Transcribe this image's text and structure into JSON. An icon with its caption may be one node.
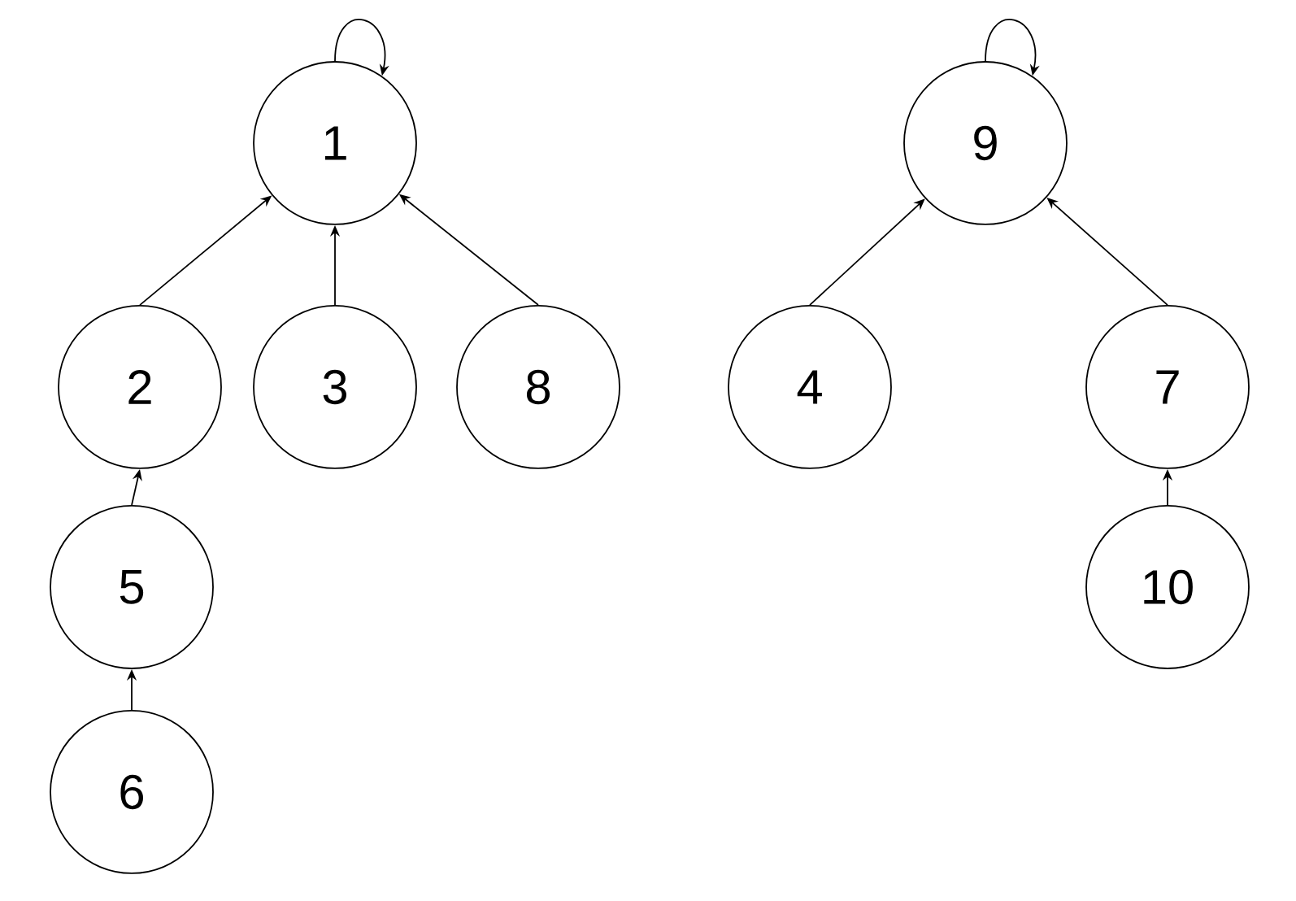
{
  "diagram": {
    "nodes": [
      {
        "text": [
          "1"
        ]
      },
      {
        "text": [
          "9"
        ]
      },
      {
        "text": [
          "2"
        ]
      },
      {
        "text": [
          "3"
        ]
      },
      {
        "text": [
          "8"
        ]
      },
      {
        "text": [
          "4"
        ]
      },
      {
        "text": [
          "7"
        ]
      },
      {
        "text": [
          "5"
        ]
      },
      {
        "text": [
          "10"
        ]
      },
      {
        "text": [
          "6"
        ]
      }
    ],
    "edges": [
      {
        "from": 0,
        "to": 0,
        "arrow": "to"
      },
      {
        "from": 2,
        "to": 0,
        "arrow": "to"
      },
      {
        "from": 3,
        "to": 0,
        "arrow": "to"
      },
      {
        "from": 4,
        "to": 0,
        "arrow": "to"
      },
      {
        "from": 1,
        "to": 1,
        "arrow": "to"
      },
      {
        "from": 5,
        "to": 1,
        "arrow": "to"
      },
      {
        "from": 6,
        "to": 1,
        "arrow": "to"
      },
      {
        "from": 7,
        "to": 2,
        "arrow": "to"
      },
      {
        "from": 9,
        "to": 7,
        "arrow": "to"
      },
      {
        "from": 8,
        "to": 6,
        "arrow": "to"
      }
    ]
  }
}
